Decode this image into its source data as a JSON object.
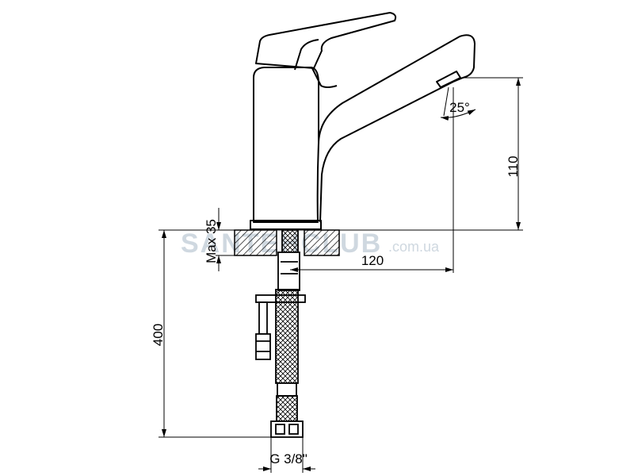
{
  "dimensions": {
    "spout_height": "110",
    "spout_reach": "120",
    "max_thickness": "Max 35",
    "hose_length": "400",
    "thread": "G 3/8\"",
    "aerator_angle": "25°"
  },
  "watermark": {
    "brand": "SANTEHCLUB",
    "domain": ".com.ua"
  },
  "colors": {
    "line": "#000000",
    "watermark": "#cfd8e0",
    "background": "#ffffff"
  }
}
